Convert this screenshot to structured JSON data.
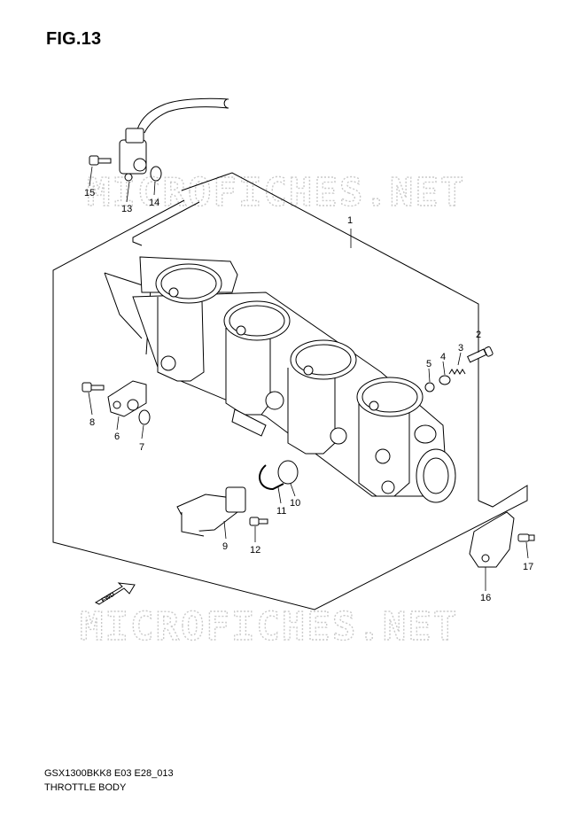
{
  "figure": {
    "title": "FIG.13",
    "footer_code": "GSX1300BKK8 E03 E28_013",
    "footer_name": "THROTTLE BODY"
  },
  "watermark": {
    "text": "MICROFICHES.NET",
    "color": "#c9c9c9"
  },
  "direction_marker": {
    "text": "FWD"
  },
  "callouts": [
    "1",
    "2",
    "3",
    "4",
    "5",
    "6",
    "7",
    "8",
    "9",
    "10",
    "11",
    "12",
    "13",
    "14",
    "15",
    "16",
    "17"
  ]
}
